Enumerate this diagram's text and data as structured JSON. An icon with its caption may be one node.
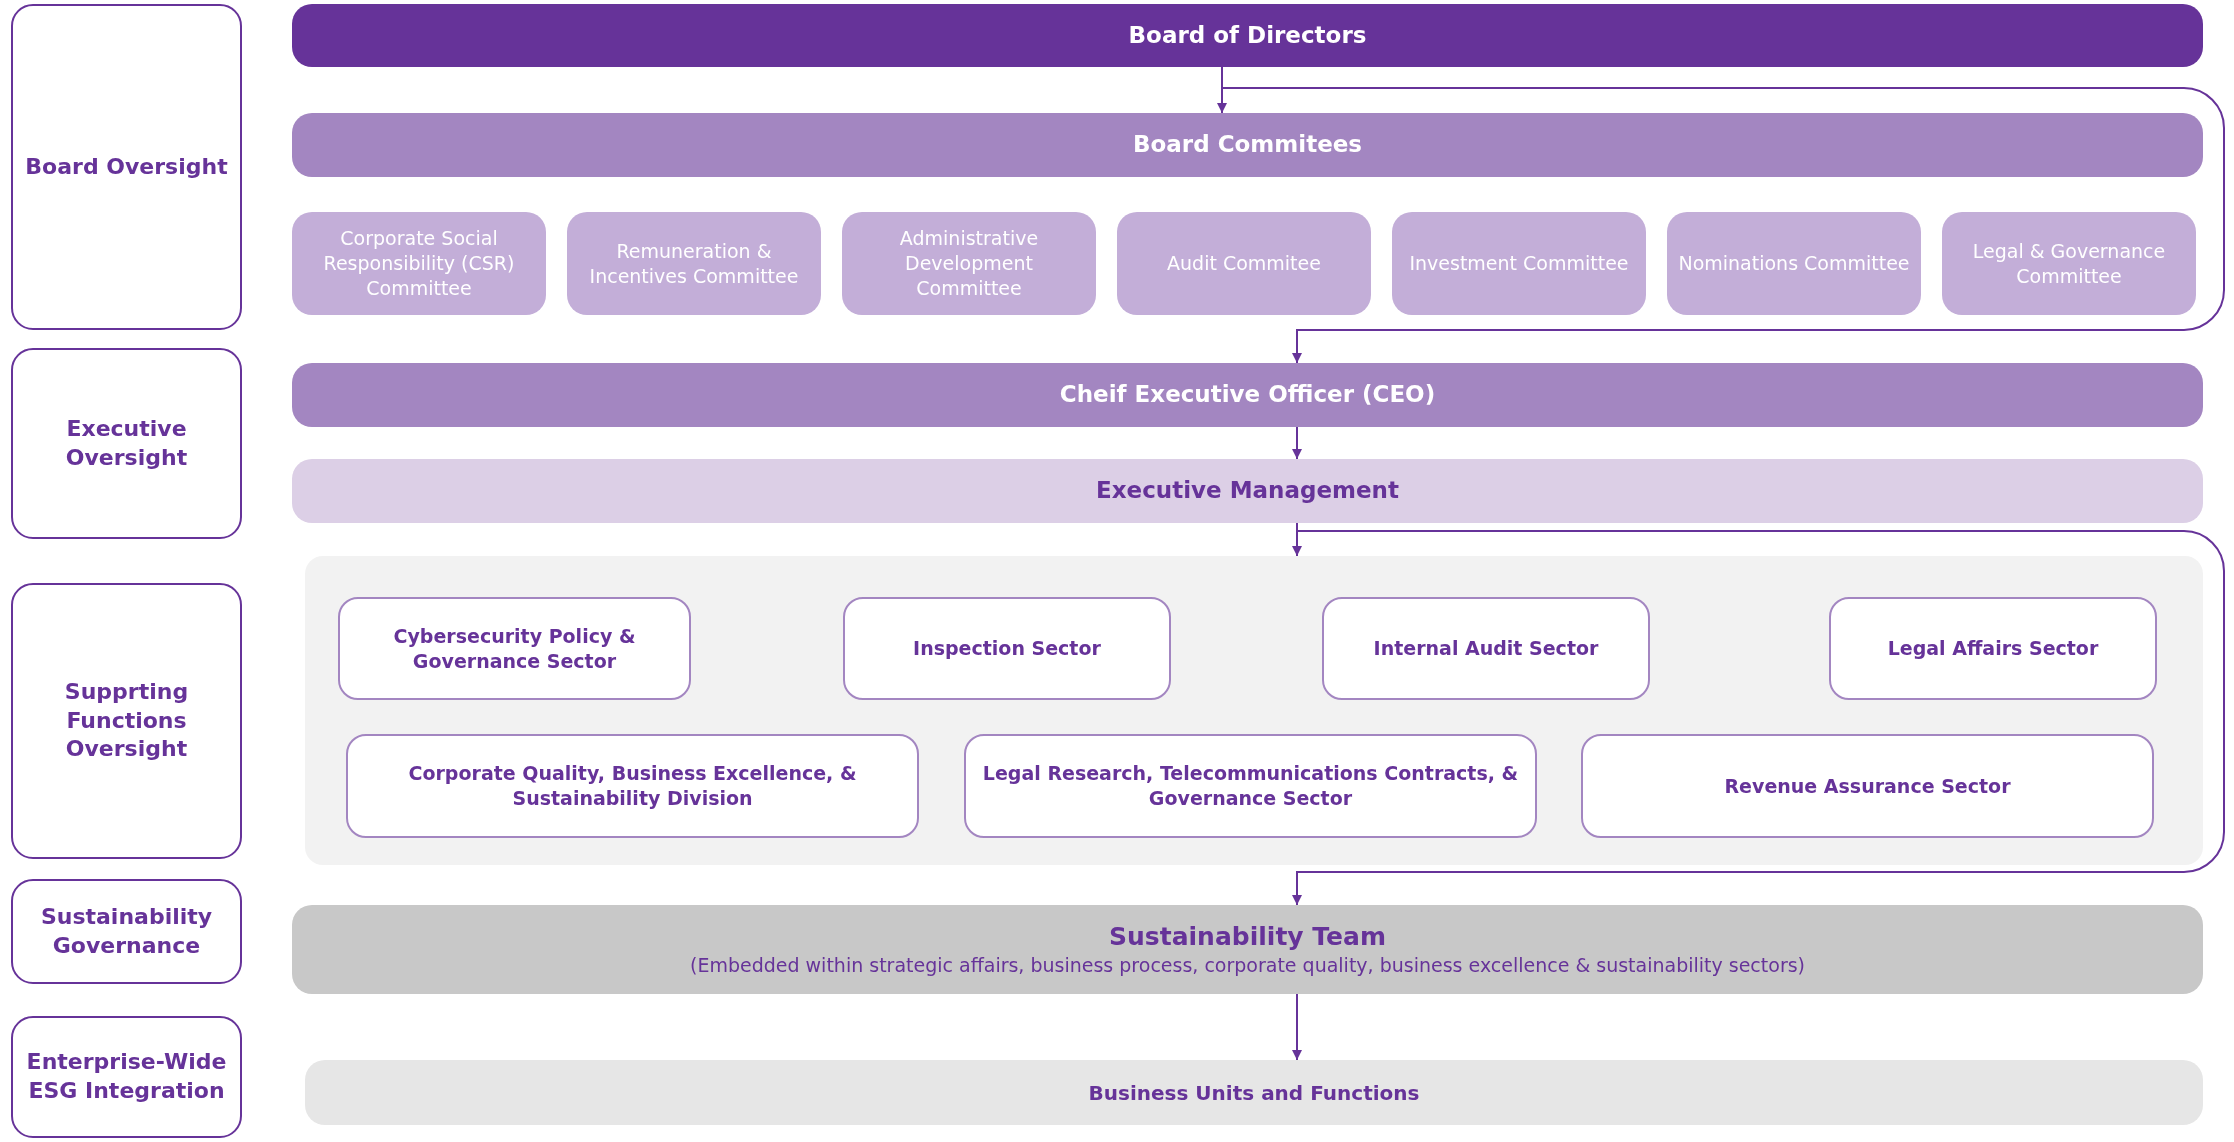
{
  "diagram": {
    "nodes": [
      {
        "text": [
          "Board Oversight"
        ]
      },
      {
        "text": [
          "Board of Directors"
        ]
      },
      {
        "text": [
          "Board Commitees"
        ]
      },
      {
        "text": [
          "Corporate Social Responsibility (CSR) Committee"
        ]
      },
      {
        "text": [
          "Remuneration & Incentives Committee"
        ]
      },
      {
        "text": [
          "Administrative Development Committee"
        ]
      },
      {
        "text": [
          "Audit Commitee"
        ]
      },
      {
        "text": [
          "Investment Committee"
        ]
      },
      {
        "text": [
          "Nominations Committee"
        ]
      },
      {
        "text": [
          "Legal & Governance Committee"
        ]
      },
      {
        "text": [
          "Executive Oversight"
        ]
      },
      {
        "text": [
          "Cheif Executive Officer (CEO)"
        ]
      },
      {
        "text": [
          "Executive Management"
        ]
      },
      {
        "text": [
          "Supprting Functions Oversight"
        ]
      },
      {
        "text": [],
        "shape": "box"
      },
      {
        "text": [
          "Cybersecurity Policy & Governance Sector"
        ],
        "in": 14
      },
      {
        "text": [
          "Inspection Sector"
        ],
        "in": 14
      },
      {
        "text": [
          "Internal Audit Sector"
        ],
        "in": 14
      },
      {
        "text": [
          "Legal Affairs Sector"
        ],
        "in": 14
      },
      {
        "text": [
          "Corporate Quality, Business Excellence, & Sustainability Division"
        ],
        "in": 14
      },
      {
        "text": [
          "Legal Research, Telecommunications Contracts, & Governance Sector"
        ],
        "in": 14
      },
      {
        "text": [
          "Revenue Assurance Sector"
        ],
        "in": 14
      },
      {
        "text": [
          "Sustainability Governance"
        ]
      },
      {
        "text": [
          "Sustainability Team",
          "(Embedded within strategic affairs, business process, corporate quality, business excellence & sustainability sectors)"
        ]
      },
      {
        "text": [
          "Enterprise-Wide ESG Integration"
        ]
      },
      {
        "text": [
          "Business Units and Functions"
        ]
      }
    ],
    "edges": [
      {
        "from": 1,
        "to": 2,
        "arrow": "to"
      },
      {
        "from": 1,
        "to": 11,
        "arrow": "to"
      },
      {
        "from": 11,
        "to": 12,
        "arrow": "to"
      },
      {
        "from": 12,
        "to": 14,
        "arrow": "to"
      },
      {
        "from": 12,
        "to": 23,
        "arrow": "to"
      },
      {
        "from": 23,
        "to": 25,
        "arrow": "to"
      }
    ]
  }
}
